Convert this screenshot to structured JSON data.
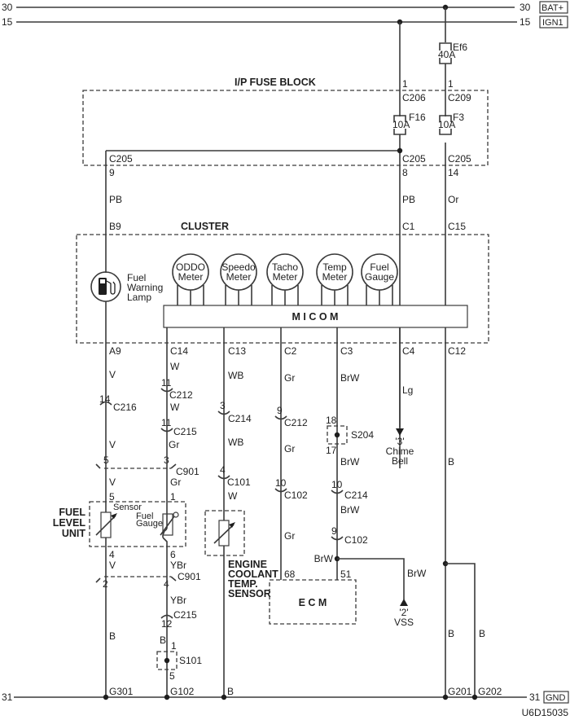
{
  "diagram": {
    "id_code": "U6D15035",
    "rails": {
      "top": {
        "left_num": "30",
        "right_num": "30",
        "tag": "BAT+"
      },
      "ign": {
        "left_num": "15",
        "right_num": "15",
        "tag": "IGN1"
      },
      "gnd": {
        "left_num": "31",
        "right_num": "31",
        "tag": "GND"
      }
    },
    "fuses": {
      "ef6": {
        "rating": "40A",
        "name": "Ef6"
      },
      "f16": {
        "rating": "10A",
        "name": "F16"
      },
      "f3": {
        "rating": "10A",
        "name": "F3"
      }
    },
    "fuse_block": {
      "title": "I/P FUSE BLOCK",
      "c206_pin": "1",
      "c206": "C206",
      "c209_pin": "1",
      "c209": "C209",
      "ef6_pin": "1",
      "c205_left": "C205",
      "c205_left_pin": "9",
      "c205_mid": "C205",
      "c205_mid_pin": "8",
      "c205_right": "C205",
      "c205_right_pin": "14"
    },
    "wires_top": {
      "left": "PB",
      "mid": "PB",
      "right": "Or"
    },
    "cluster": {
      "title": "CLUSTER",
      "pin_b9": "B9",
      "pin_c1": "C1",
      "pin_c15": "C15",
      "lamp_label_1": "Fuel",
      "lamp_label_2": "Warning",
      "lamp_label_3": "Lamp",
      "meters": [
        {
          "l1": "ODDO",
          "l2": "Meter"
        },
        {
          "l1": "Speedo",
          "l2": "Meter"
        },
        {
          "l1": "Tacho",
          "l2": "Meter"
        },
        {
          "l1": "Temp",
          "l2": "Meter"
        },
        {
          "l1": "Fuel",
          "l2": "Gauge"
        }
      ],
      "micom": "M  I  C  O  M",
      "bottom_pins": [
        "A9",
        "C14",
        "C13",
        "C2",
        "C3",
        "C4",
        "C12"
      ]
    },
    "col_a9": {
      "wire1": "V",
      "c216_pin": "14",
      "c216": "C216",
      "wire2": "V",
      "c901_pin_top": "5",
      "wire3": "V",
      "unit_pin_top": "5",
      "unit_pin_bot": "4",
      "wire4": "V",
      "c901_pin_bot": "2",
      "wire5": "B",
      "ground": "G301"
    },
    "col_c14": {
      "wire1": "W",
      "c212_pin": "11",
      "c212": "C212",
      "wire2": "W",
      "c215_pin": "11",
      "c215": "C215",
      "wire3": "Gr",
      "c901_pin_top": "3",
      "c901": "C901",
      "wire4": "Gr",
      "unit_pin_top": "1",
      "unit_pin_bot": "6",
      "wire5": "YBr",
      "c901_pin_bot": "4",
      "c901_bot": "C901",
      "wire6": "YBr",
      "c215b": "C215",
      "c215b_pin": "12",
      "wire7": "B",
      "s101_pin_top": "1",
      "s101": "S101",
      "s101_pin_bot": "5",
      "ground": "G102"
    },
    "fuel_level_unit": {
      "title_1": "FUEL",
      "title_2": "LEVEL",
      "title_3": "UNIT",
      "sensor": "Sensor",
      "gauge_1": "Fuel",
      "gauge_2": "Gauge"
    },
    "col_c13": {
      "wire1": "WB",
      "c214_pin": "3",
      "c214": "C214",
      "wire2": "WB",
      "c101_pin": "4",
      "c101": "C101",
      "wire3": "W",
      "sensor_1": "ENGINE",
      "sensor_2": "COOLANT",
      "sensor_3": "TEMP.",
      "sensor_4": "SENSOR",
      "wire_gnd": "B"
    },
    "col_c2": {
      "wire1": "Gr",
      "c212_pin": "9",
      "c212": "C212",
      "wire2": "Gr",
      "c102_pin": "10",
      "c102": "C102",
      "wire3": "Gr",
      "ecm_pin": "68"
    },
    "col_c3": {
      "wire1": "BrW",
      "s204_pin_top": "18",
      "s204": "S204",
      "s204_pin_bot": "17",
      "wire2": "BrW",
      "c214_pin": "10",
      "c214": "C214",
      "wire3": "BrW",
      "c102_pin": "9",
      "c102": "C102",
      "wire4": "BrW",
      "ecm_pin": "51",
      "vss_wire": "BrW",
      "vss_ref": "'2'",
      "vss": "VSS"
    },
    "ecm": {
      "label": "E  C  M"
    },
    "col_c4": {
      "wire1": "Lg",
      "ref": "'3'",
      "label_1": "Chime",
      "label_2": "Bell"
    },
    "col_c12": {
      "wire1": "B",
      "wire2": "B",
      "wire3": "B",
      "ground1": "G201",
      "ground2": "G202"
    }
  }
}
